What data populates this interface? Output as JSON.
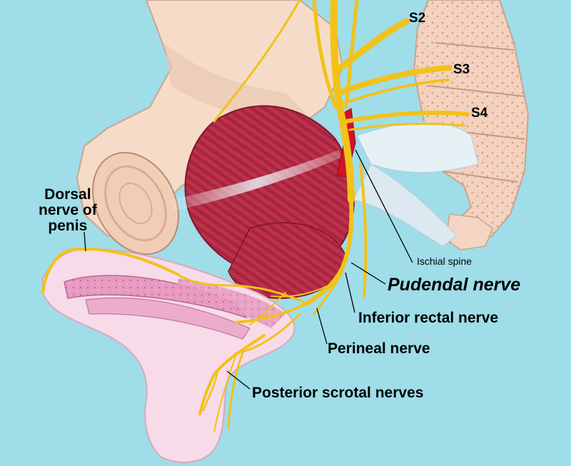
{
  "labels": {
    "s2": "S2",
    "s3": "S3",
    "s4": "S4",
    "dorsal_nerve": [
      "Dorsal",
      "nerve of",
      "penis"
    ],
    "ischial_spine": "Ischial spine",
    "pudendal_nerve": "Pudendal nerve",
    "inferior_rectal_nerve": "Inferior rectal nerve",
    "perineal_nerve": "Perineal nerve",
    "posterior_scrotal_nerves": "Posterior scrotal nerves"
  },
  "colors": {
    "background": "#9fdde9",
    "nerve": "#f2c21a",
    "muscle": "#b52a45",
    "bone": "#f4d8c4",
    "skin": "#f7dbe8"
  }
}
